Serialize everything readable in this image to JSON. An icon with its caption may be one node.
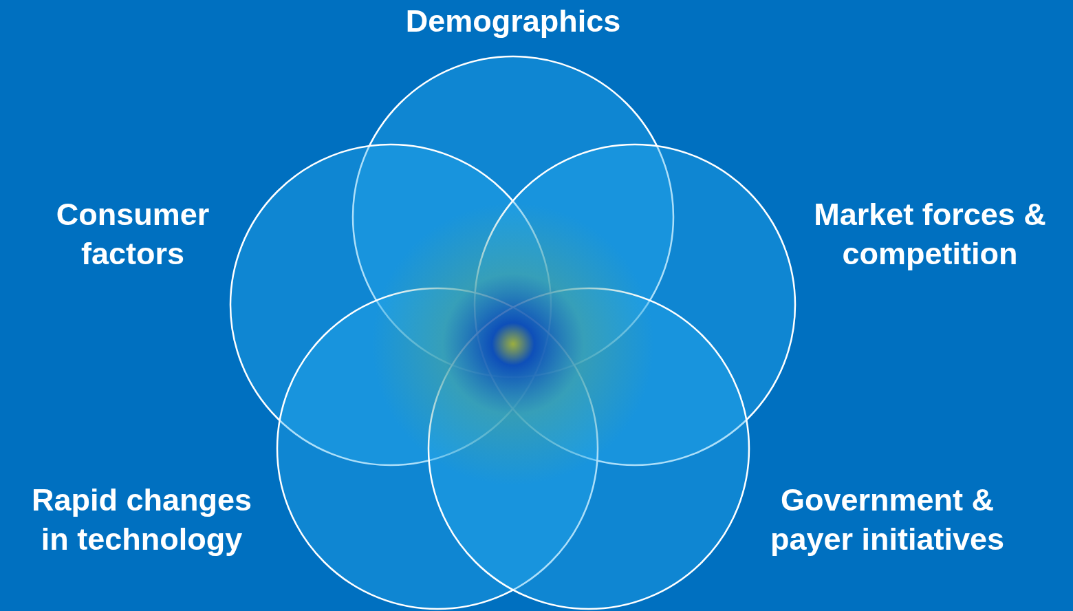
{
  "diagram": {
    "nodes": [
      {
        "text": [
          "Demographics"
        ]
      },
      {
        "text": [
          "Consumer factors"
        ]
      },
      {
        "text": [
          "Market forces & competition"
        ]
      },
      {
        "text": [
          "Rapid changes in technology"
        ]
      },
      {
        "text": [
          "Government & payer initiatives"
        ]
      }
    ]
  }
}
